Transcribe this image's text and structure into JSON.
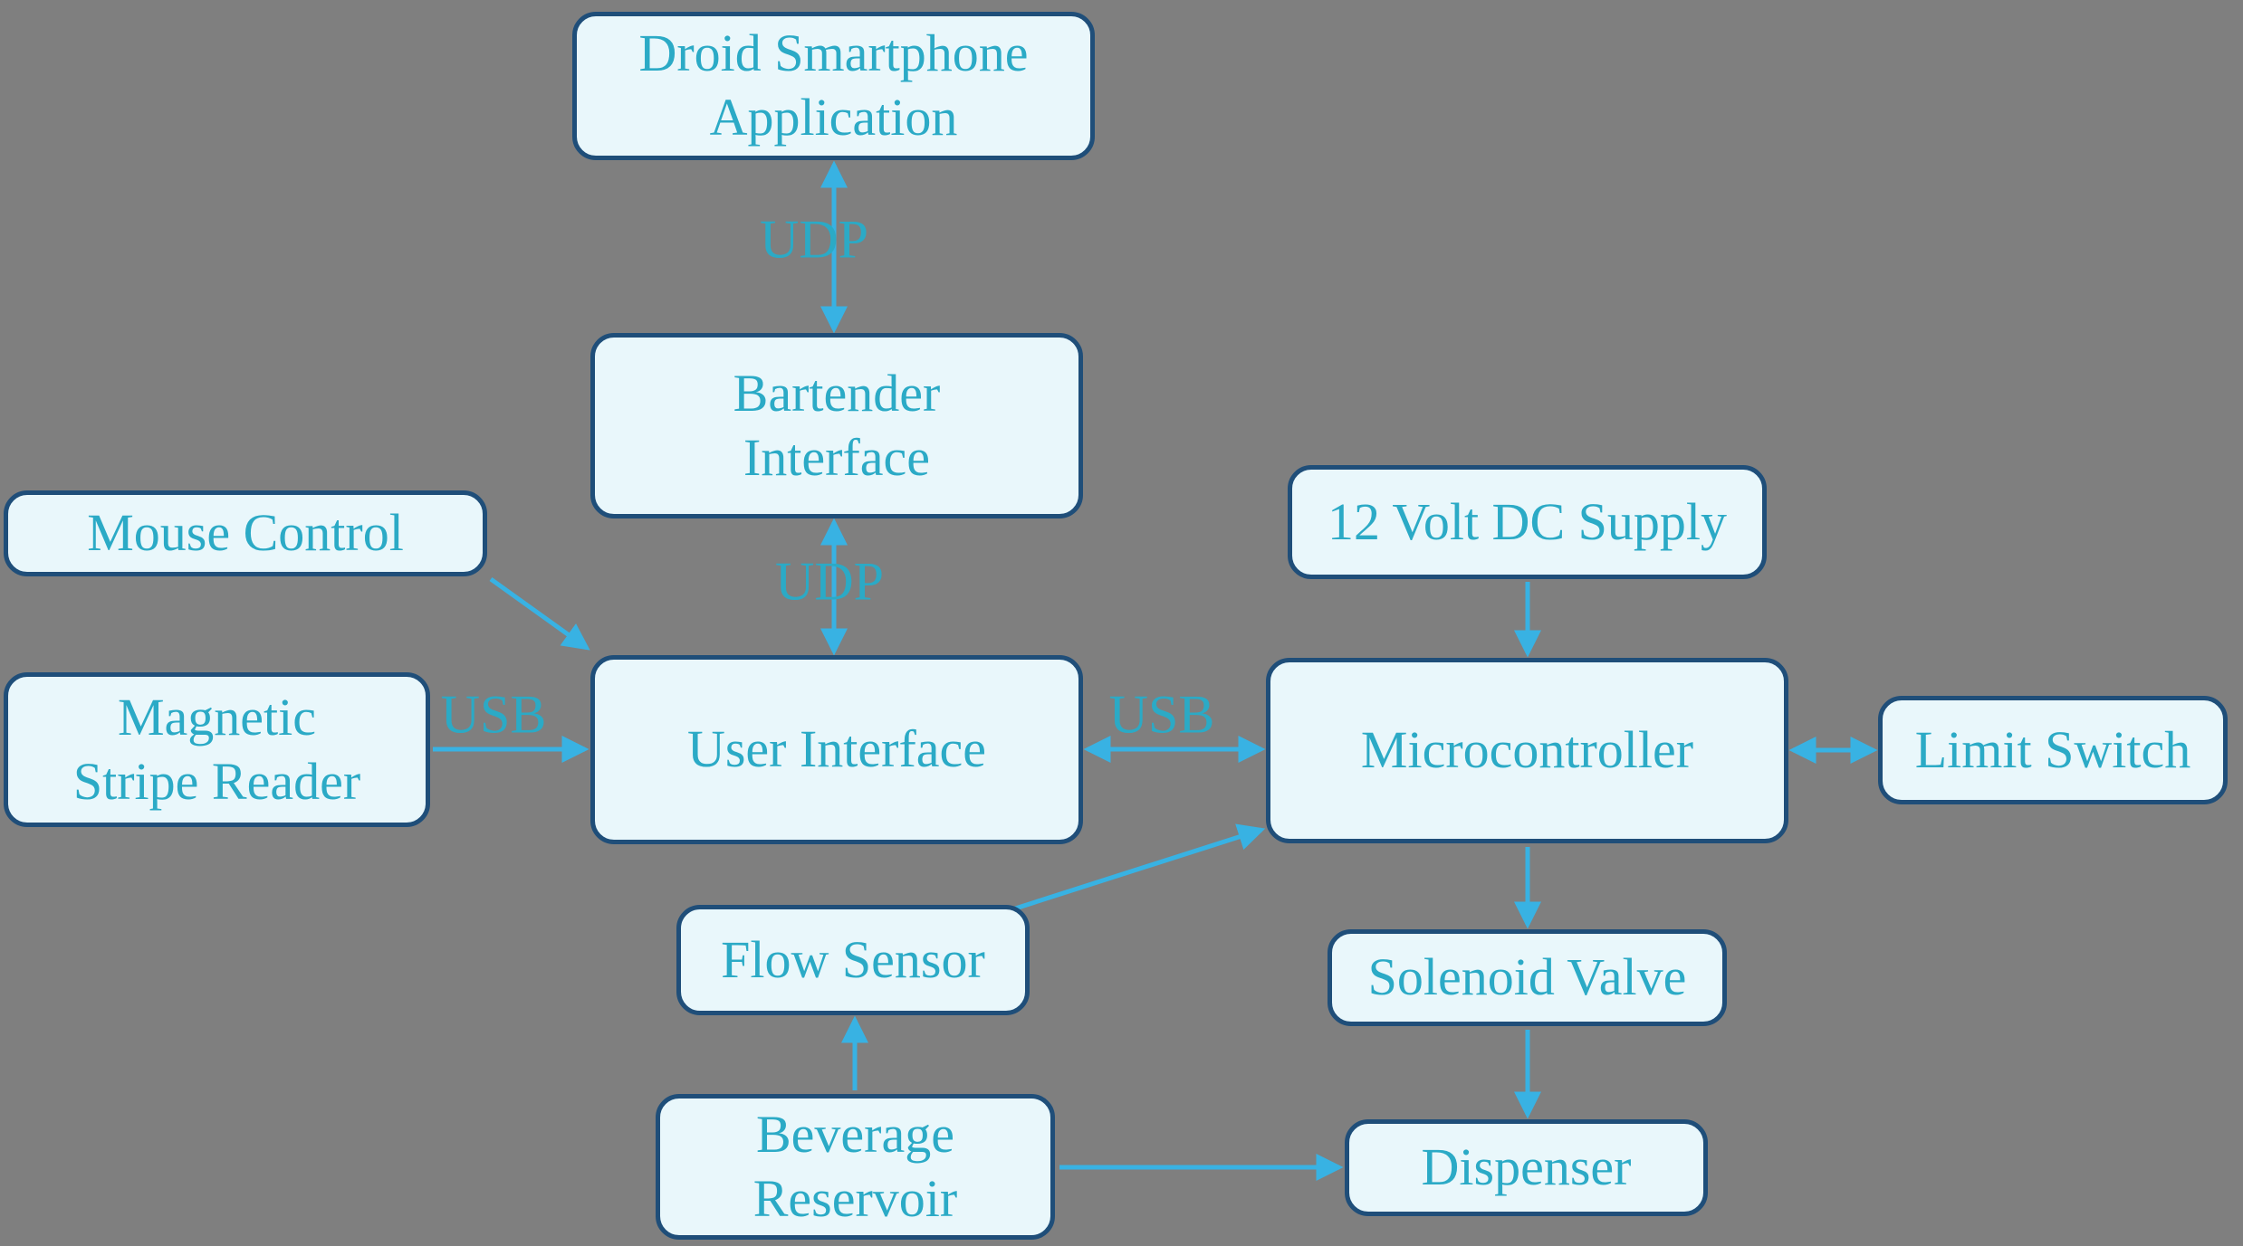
{
  "colors": {
    "background": "#7f7f7f",
    "node_fill": "#e9f7fb",
    "node_border": "#1f4e79",
    "text": "#2baac6",
    "arrow": "#38b2e3"
  },
  "nodes": {
    "droid_app": {
      "label": "Droid Smartphone\nApplication"
    },
    "bartender_interface": {
      "label": "Bartender\nInterface"
    },
    "mouse_control": {
      "label": "Mouse Control"
    },
    "magnetic_stripe_reader": {
      "label": "Magnetic\nStripe Reader"
    },
    "user_interface": {
      "label": "User Interface"
    },
    "dc_supply": {
      "label": "12 Volt DC Supply"
    },
    "microcontroller": {
      "label": "Microcontroller"
    },
    "limit_switch": {
      "label": "Limit Switch"
    },
    "flow_sensor": {
      "label": "Flow Sensor"
    },
    "solenoid_valve": {
      "label": "Solenoid Valve"
    },
    "beverage_reservoir": {
      "label": "Beverage\nReservoir"
    },
    "dispenser": {
      "label": "Dispenser"
    }
  },
  "edge_labels": {
    "udp_top": "UDP",
    "udp_bottom": "UDP",
    "usb_left": "USB",
    "usb_right": "USB"
  },
  "edges": [
    {
      "from": "droid_app",
      "to": "bartender_interface",
      "direction": "both",
      "label": "UDP"
    },
    {
      "from": "bartender_interface",
      "to": "user_interface",
      "direction": "both",
      "label": "UDP"
    },
    {
      "from": "mouse_control",
      "to": "user_interface",
      "direction": "forward",
      "label": ""
    },
    {
      "from": "magnetic_stripe_reader",
      "to": "user_interface",
      "direction": "forward",
      "label": "USB"
    },
    {
      "from": "user_interface",
      "to": "microcontroller",
      "direction": "both",
      "label": "USB"
    },
    {
      "from": "dc_supply",
      "to": "microcontroller",
      "direction": "forward",
      "label": ""
    },
    {
      "from": "microcontroller",
      "to": "limit_switch",
      "direction": "both",
      "label": ""
    },
    {
      "from": "flow_sensor",
      "to": "microcontroller",
      "direction": "forward",
      "label": ""
    },
    {
      "from": "microcontroller",
      "to": "solenoid_valve",
      "direction": "forward",
      "label": ""
    },
    {
      "from": "solenoid_valve",
      "to": "dispenser",
      "direction": "forward",
      "label": ""
    },
    {
      "from": "beverage_reservoir",
      "to": "flow_sensor",
      "direction": "forward",
      "label": ""
    },
    {
      "from": "beverage_reservoir",
      "to": "dispenser",
      "direction": "forward",
      "label": ""
    }
  ]
}
